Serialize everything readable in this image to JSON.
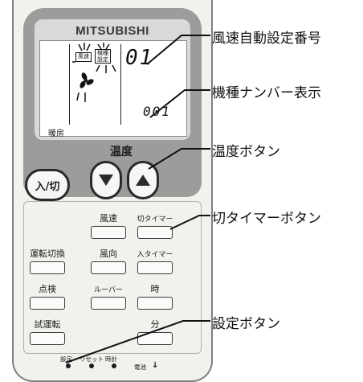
{
  "remote": {
    "brand": "MITSUBISHI",
    "lcd": {
      "fan_speed_tag": "風速",
      "model_tag": "機種\n設定",
      "fan_speed_number": "01",
      "model_number": "001",
      "mode_label": "暖房"
    },
    "temp_label": "温度",
    "onoff_label": "入/切",
    "buttons": {
      "fan_speed": "風速",
      "off_timer": "切タイマー",
      "run_switch": "運転切換",
      "fan_direction": "風向",
      "on_timer": "入タイマー",
      "inspect": "点検",
      "louver": "ルーバー",
      "hour": "時",
      "test_run": "試運転",
      "minute": "分"
    },
    "bottom": {
      "setting": "設定",
      "reset": "リセット",
      "clock": "時計",
      "battery": "電池",
      "battery_arrow": "↓"
    }
  },
  "callouts": {
    "fan_speed_auto_setting_number": "風速自動設定番号",
    "model_number_display": "機種ナンバー表示",
    "temperature_button": "温度ボタン",
    "off_timer_button": "切タイマーボタン",
    "setting_button": "設定ボタン"
  },
  "colors": {
    "panel_gray": "#9c9c9a",
    "body": "#f1f1ee",
    "lcd_bg": "#ffffff",
    "ink": "#1a1a1a"
  }
}
